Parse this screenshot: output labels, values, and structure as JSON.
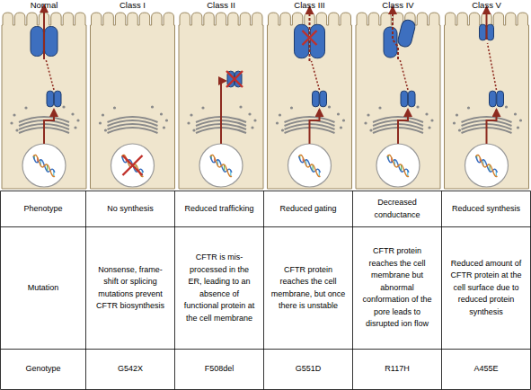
{
  "diagram": {
    "nodes": [
      {
        "text": [
          "Normal"
        ]
      },
      {
        "text": [
          "Class I"
        ]
      },
      {
        "text": [
          "Class II"
        ]
      },
      {
        "text": [
          "Class III"
        ]
      },
      {
        "text": [
          "Class IV"
        ]
      },
      {
        "text": [
          "Class V"
        ]
      }
    ],
    "labels": [
      "Phenotype",
      "No synthesis",
      "Reduced trafficking",
      "Reduced gating",
      "Decreased conductance",
      "Reduced synthesis",
      "Mutation",
      "Nonsense, frame-shift or splicing mutations prevent CFTR biosynthesis",
      "CFTR is mis-processed in the ER, leading to an absence of functional protein at the cell membrane",
      "CFTR protein reaches the cell membrane, but once there is unstable",
      "CFTR protein reaches the cell membrane but abnormal conformation of the pore leads to disrupted ion flow",
      "Reduced amount of CFTR protein at the cell surface due to reduced protein synthesis",
      "Genotype",
      "G542X",
      "F508del",
      "G551D",
      "R117H",
      "A455E"
    ]
  }
}
